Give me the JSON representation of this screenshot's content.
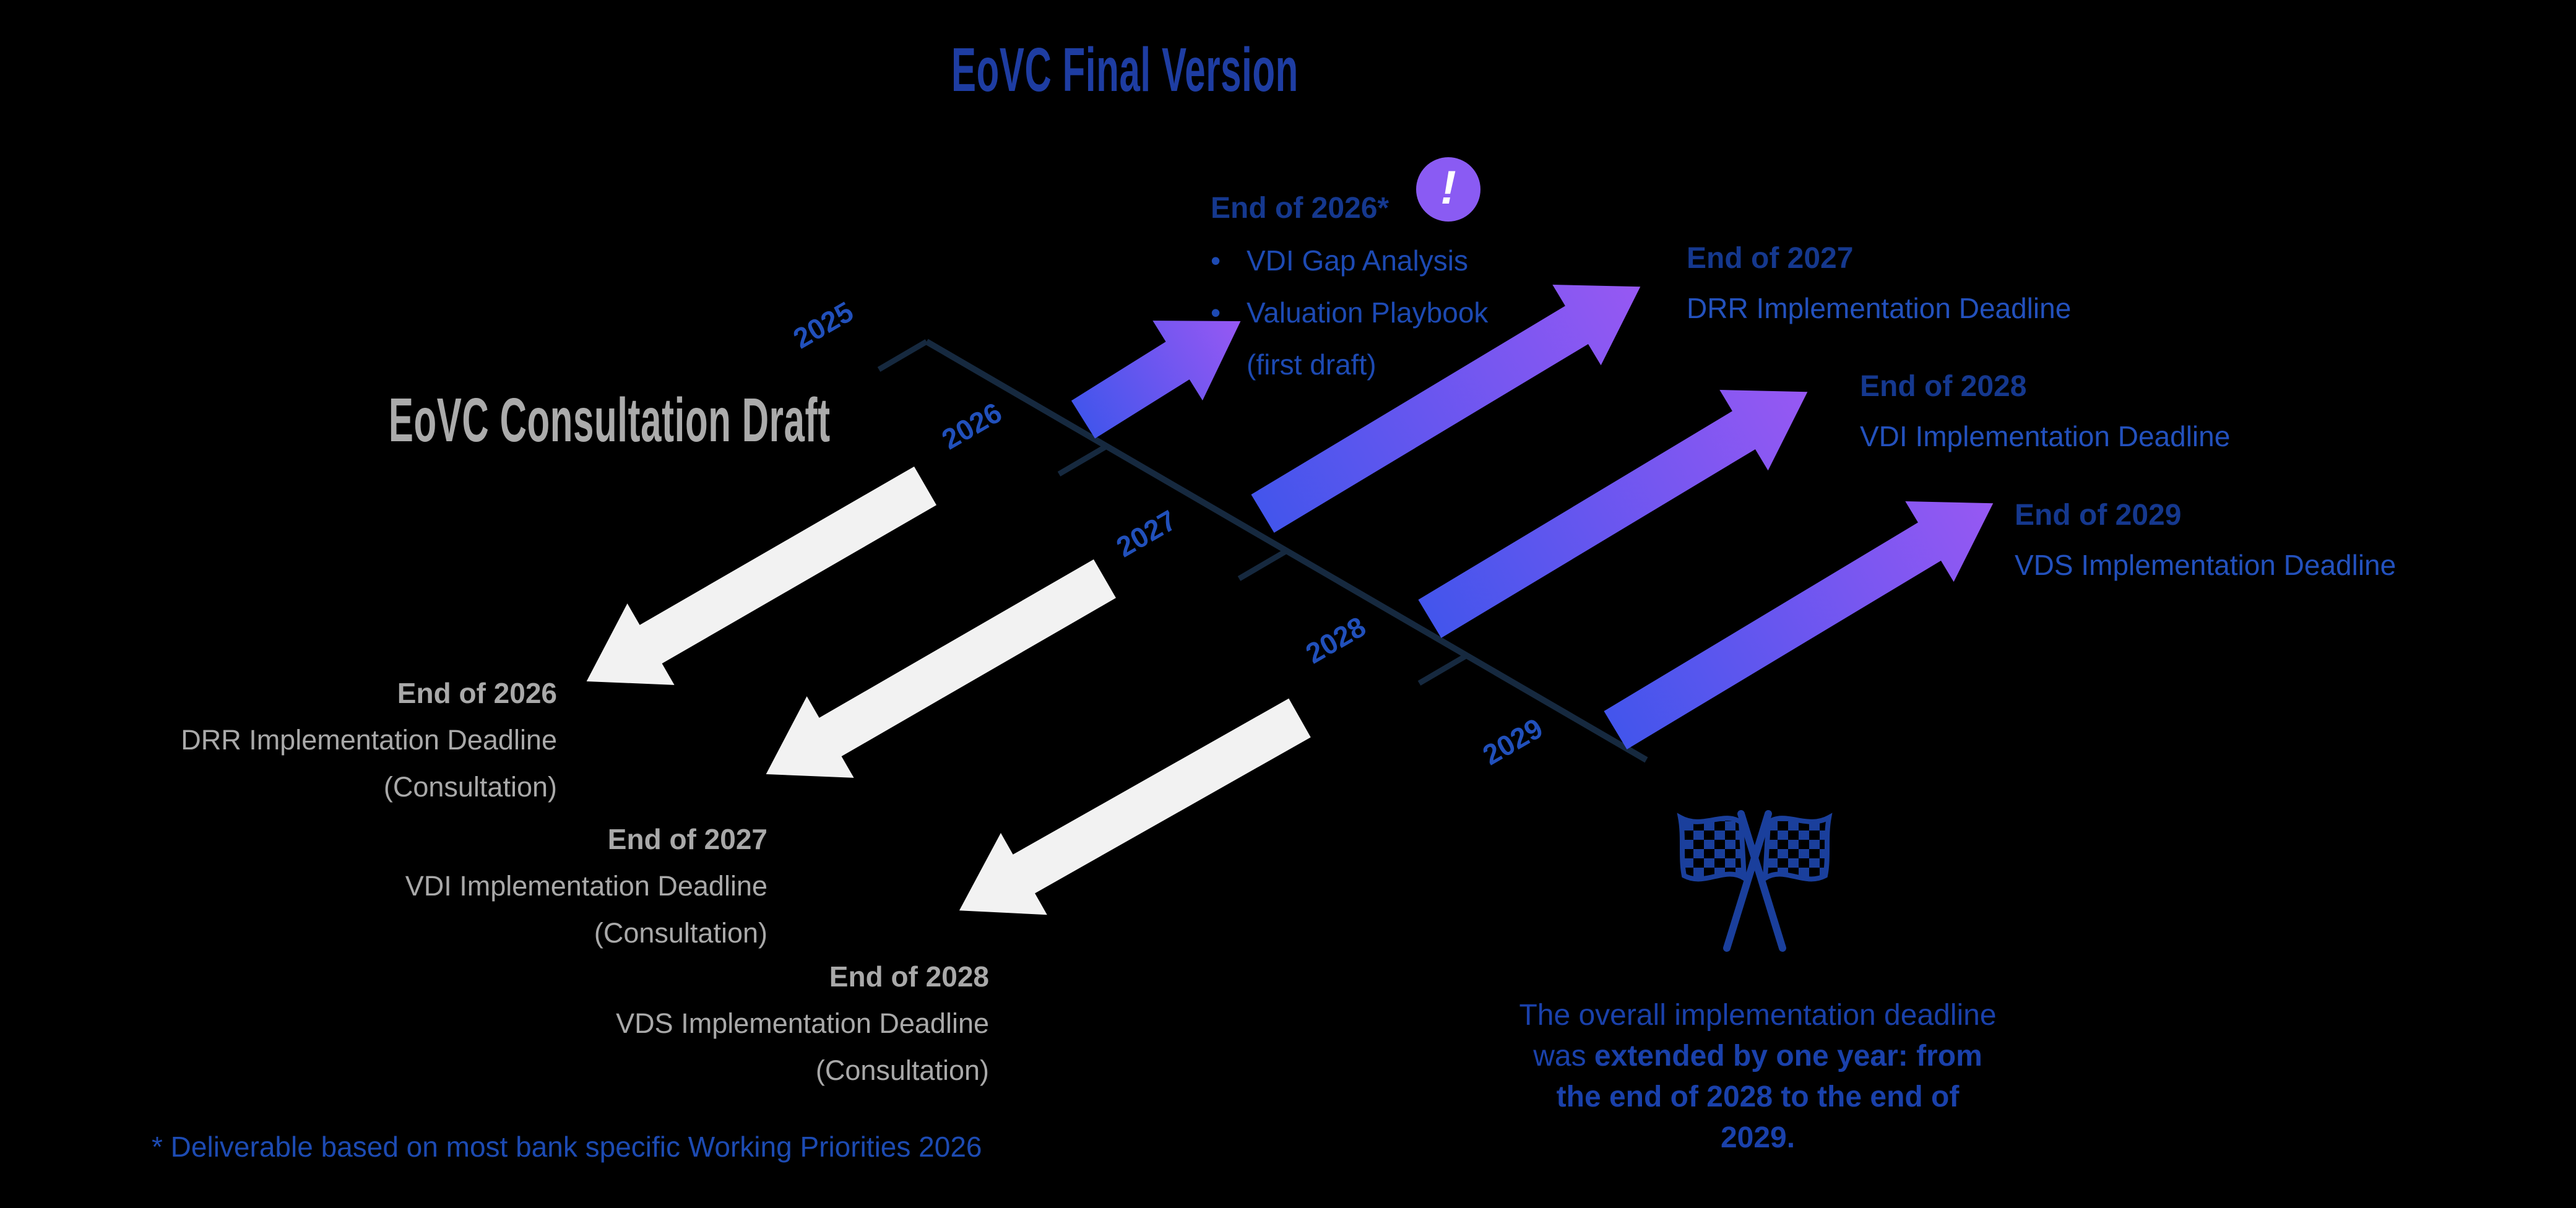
{
  "titles": {
    "final": "EoVC Final Version",
    "consultation": "EoVC Consultation Draft"
  },
  "alert": {
    "exclamation": "!"
  },
  "timeline": {
    "years": [
      "2025",
      "2026",
      "2027",
      "2028",
      "2029"
    ]
  },
  "milestone_2026": {
    "heading": "End of 2026*",
    "bullet_char": "•",
    "item1": "VDI Gap Analysis",
    "item2": "Valuation Playbook",
    "item2_cont": "(first draft)"
  },
  "final_deadlines": [
    {
      "heading": "End of 2027",
      "text": "DRR Implementation Deadline"
    },
    {
      "heading": "End of 2028",
      "text": "VDI Implementation Deadline"
    },
    {
      "heading": "End of 2029",
      "text": "VDS Implementation Deadline"
    }
  ],
  "consultation_deadlines": [
    {
      "heading": "End of 2026",
      "text": "DRR Implementation Deadline",
      "note": "(Consultation)"
    },
    {
      "heading": "End of 2027",
      "text": "VDI Implementation Deadline",
      "note": "(Consultation)"
    },
    {
      "heading": "End of 2028",
      "text": "VDS Implementation Deadline",
      "note": "(Consultation)"
    }
  ],
  "footnote": "* Deliverable based on most bank specific Working Priorities 2026",
  "extension_note": {
    "lines": [
      {
        "n": "The overall implementation deadline",
        "b": ""
      },
      {
        "n": "was ",
        "b": "extended by one year: from"
      },
      {
        "n": "",
        "b": "the end of 2028 to the end of"
      },
      {
        "n": "",
        "b": "2029."
      }
    ]
  },
  "colors": {
    "background": "#000000",
    "title_blue": "#1e3da2",
    "heading_navy": "#15388e",
    "body_cobalt": "#2351bd",
    "gray_text": "#a9a9a9",
    "timeline_navy": "#16293f",
    "arrow_gradient_start": "#4355ec",
    "arrow_gradient_end": "#9758f3",
    "white_arrow": "#f2f2f2",
    "alert_purple": "#8a5bf3",
    "flags_blue": "#1a3f9c"
  }
}
